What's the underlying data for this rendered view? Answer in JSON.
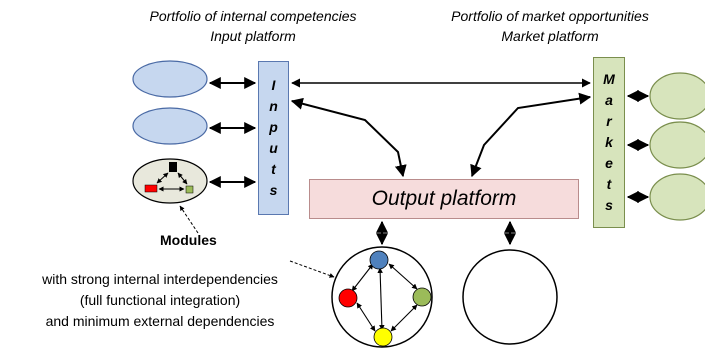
{
  "headers": {
    "left_line1": "Portfolio of internal competencies",
    "left_line2": "Input platform",
    "right_line1": "Portfolio of market opportunities",
    "right_line2": "Market platform"
  },
  "inputs_letters": [
    "I",
    "n",
    "p",
    "u",
    "t",
    "s"
  ],
  "markets_letters": [
    "M",
    "a",
    "r",
    "k",
    "e",
    "t",
    "s"
  ],
  "output_label": "Output platform",
  "modules_label": "Modules",
  "note": {
    "line1": "with strong internal interdependencies",
    "line2": "(full functional integration)",
    "line3": "and minimum external dependencies"
  },
  "colors": {
    "input_oval": "#c6d7ef",
    "market_oval": "#d7e4bc",
    "module_oval": "#e8e8dc",
    "inputs_box": "#c6d7ef",
    "markets_box": "#d7e4bc",
    "output_box": "#f6dcdc",
    "node_blue": "#4f81bd",
    "node_red": "#ff0000",
    "node_green": "#9bbb59",
    "node_yellow": "#ffff00"
  }
}
